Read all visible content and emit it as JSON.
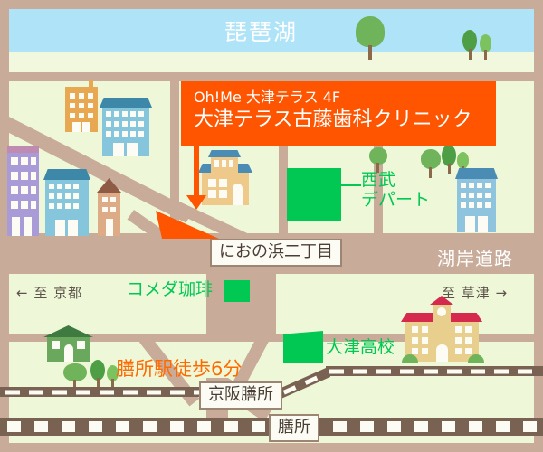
{
  "map": {
    "title_lake": "琵琶湖",
    "callout": {
      "line1": "Oh!Me 大津テラス 4F",
      "line2": "大津テラス古藤歯科クリニック"
    },
    "labels": {
      "intersection": "におの浜二丁目",
      "lakeside_road": "湖岸道路",
      "to_kyoto": "← 至 京都",
      "to_kusatsu": "至 草津 →",
      "komeda": "コメダ珈琲",
      "seibu_line1": "西武",
      "seibu_line2": "デパート",
      "otsu_koukou": "大津高校",
      "walk_time": "膳所駅徒歩6分",
      "station_keihan_zeze": "京阪膳所",
      "station_zeze": "膳所"
    },
    "colors": {
      "lake": "#aee3f8",
      "land": "#eef8d8",
      "road": "#c9ab99",
      "callout": "#ff5500",
      "accent_green": "#00c853",
      "accent_orange": "#ff6a00",
      "rail": "#7a6253"
    },
    "icons": {
      "arrow_down": "arrow-down-icon",
      "marker": "location-marker-icon",
      "school": "school-building-icon",
      "house": "house-icon",
      "tree": "tree-icon",
      "office": "office-building-icon"
    }
  }
}
